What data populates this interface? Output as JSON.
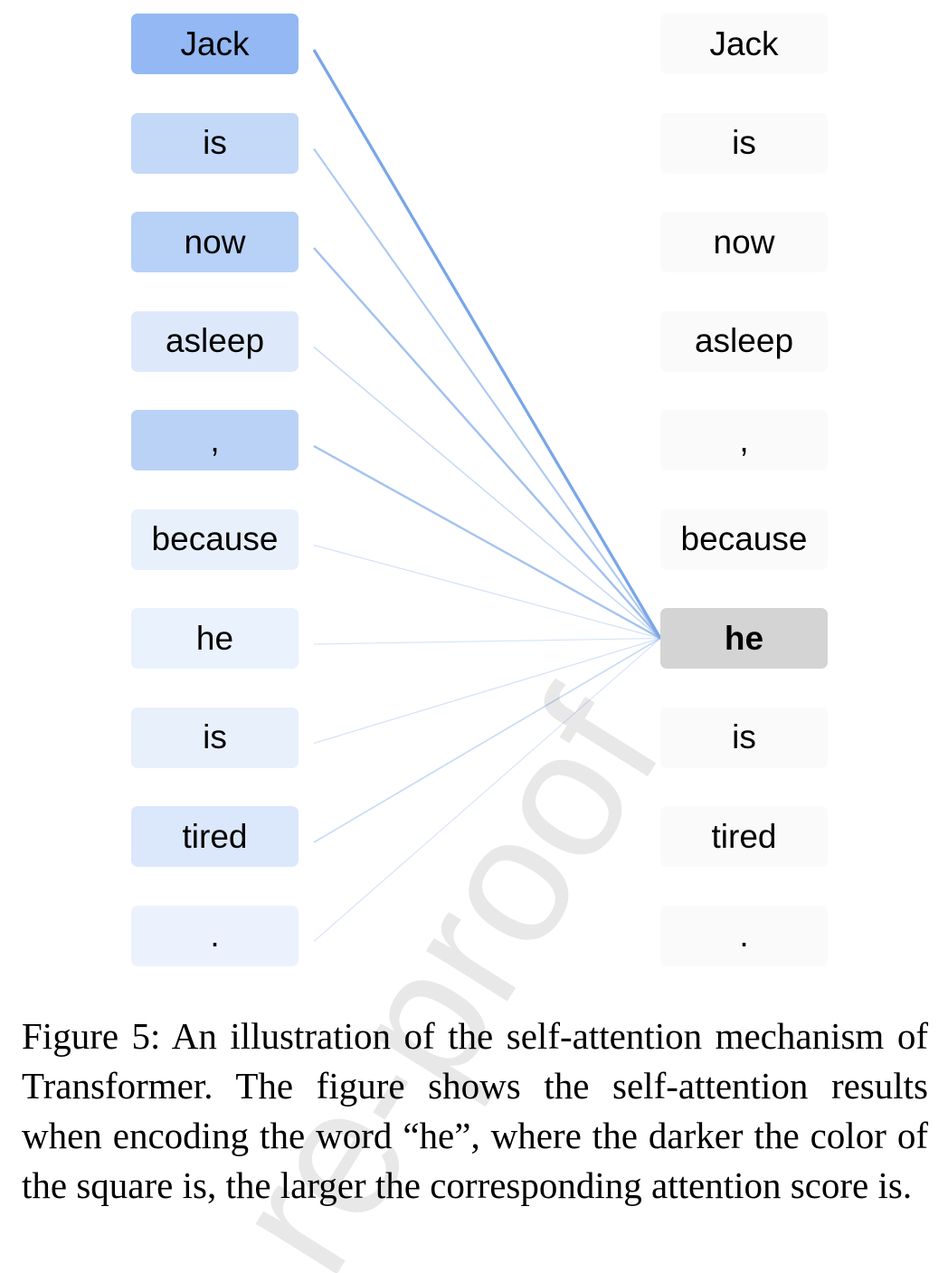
{
  "source_tokens": [
    {
      "text": "Jack",
      "weight": 0.95
    },
    {
      "text": "is",
      "weight": 0.52
    },
    {
      "text": "now",
      "weight": 0.62
    },
    {
      "text": "asleep",
      "weight": 0.3
    },
    {
      "text": ",",
      "weight": 0.6
    },
    {
      "text": "because",
      "weight": 0.2
    },
    {
      "text": "he",
      "weight": 0.18
    },
    {
      "text": "is",
      "weight": 0.2
    },
    {
      "text": "tired",
      "weight": 0.32
    },
    {
      "text": ".",
      "weight": 0.17
    }
  ],
  "target_tokens": [
    {
      "text": "Jack"
    },
    {
      "text": "is"
    },
    {
      "text": "now"
    },
    {
      "text": "asleep"
    },
    {
      "text": ","
    },
    {
      "text": "because"
    },
    {
      "text": "he",
      "focus": true
    },
    {
      "text": "is"
    },
    {
      "text": "tired"
    },
    {
      "text": "."
    }
  ],
  "focus_index": 6,
  "colors": {
    "attention_blue": "#8db4f2",
    "attention_line": "#7aa6e8",
    "focus_fill": "#d4d4d4",
    "neutral_fill": "#fafafa"
  },
  "watermark_text": "re-proof",
  "caption": "Figure 5:  An illustration of the self-attention mech­anism of Transformer.  The figure shows the self-attention results when encoding the word “he”, where the darker the color of the square is, the larger the cor­responding attention score is."
}
